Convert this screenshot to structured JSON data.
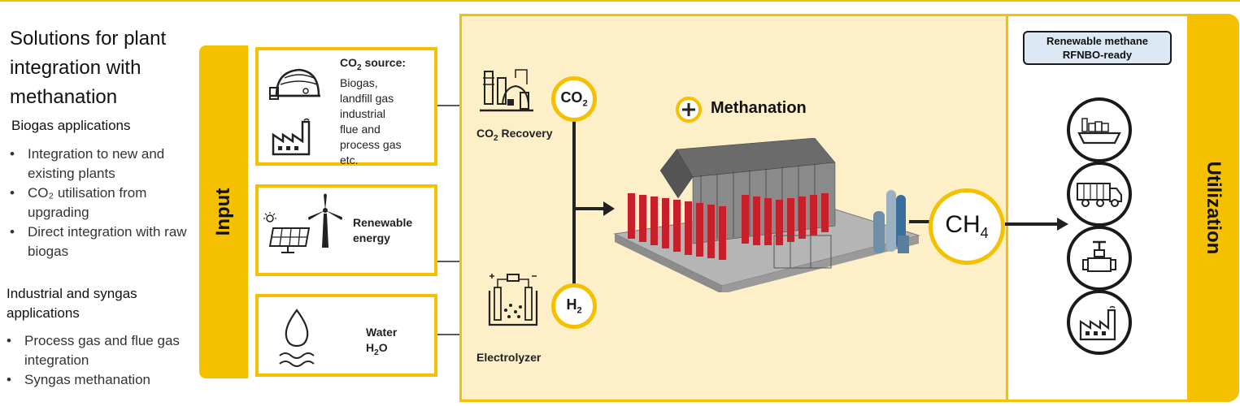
{
  "left": {
    "title": "Solutions for plant integration with methanation",
    "biogas_heading": "Biogas applications",
    "biogas_items": [
      "Integration to new and existing plants",
      "CO₂ utilisation from upgrading",
      "Direct integration with raw biogas"
    ],
    "industrial_heading": "Industrial and syngas applications",
    "industrial_items": [
      "Process gas and flue gas integration",
      "Syngas methanation"
    ]
  },
  "input_label": "Input",
  "co2_source": {
    "head": "CO",
    "head_sub": "2",
    "head_tail": " source:",
    "lines": [
      "Biogas,",
      "landfill gas",
      "industrial",
      "flue and",
      "process gas",
      "etc."
    ]
  },
  "renewable": {
    "line1": "Renewable",
    "line2": "energy"
  },
  "water": {
    "line1": "Water",
    "line2_main": "H",
    "line2_sub": "2",
    "line2_tail": "O"
  },
  "process": {
    "co2_recovery_main": "CO",
    "co2_recovery_sub": "2",
    "co2_recovery_tail": " Recovery",
    "electrolyzer": "Electrolyzer",
    "co2_circle_main": "CO",
    "co2_circle_sub": "2",
    "h2_circle_main": "H",
    "h2_circle_sub": "2",
    "methanation": "Methanation",
    "ch4_main": "CH",
    "ch4_sub": "4"
  },
  "utilization": {
    "label": "Utilization",
    "badge_line1": "Renewable methane",
    "badge_line2": "RFNBO-ready",
    "icons": [
      "ship-icon",
      "truck-icon",
      "gas-valve-icon",
      "factory-icon"
    ]
  },
  "colors": {
    "accent": "#f5c000",
    "panel": "#fdefc8",
    "badge": "#dce9f5",
    "plant_red": "#c8202a"
  }
}
